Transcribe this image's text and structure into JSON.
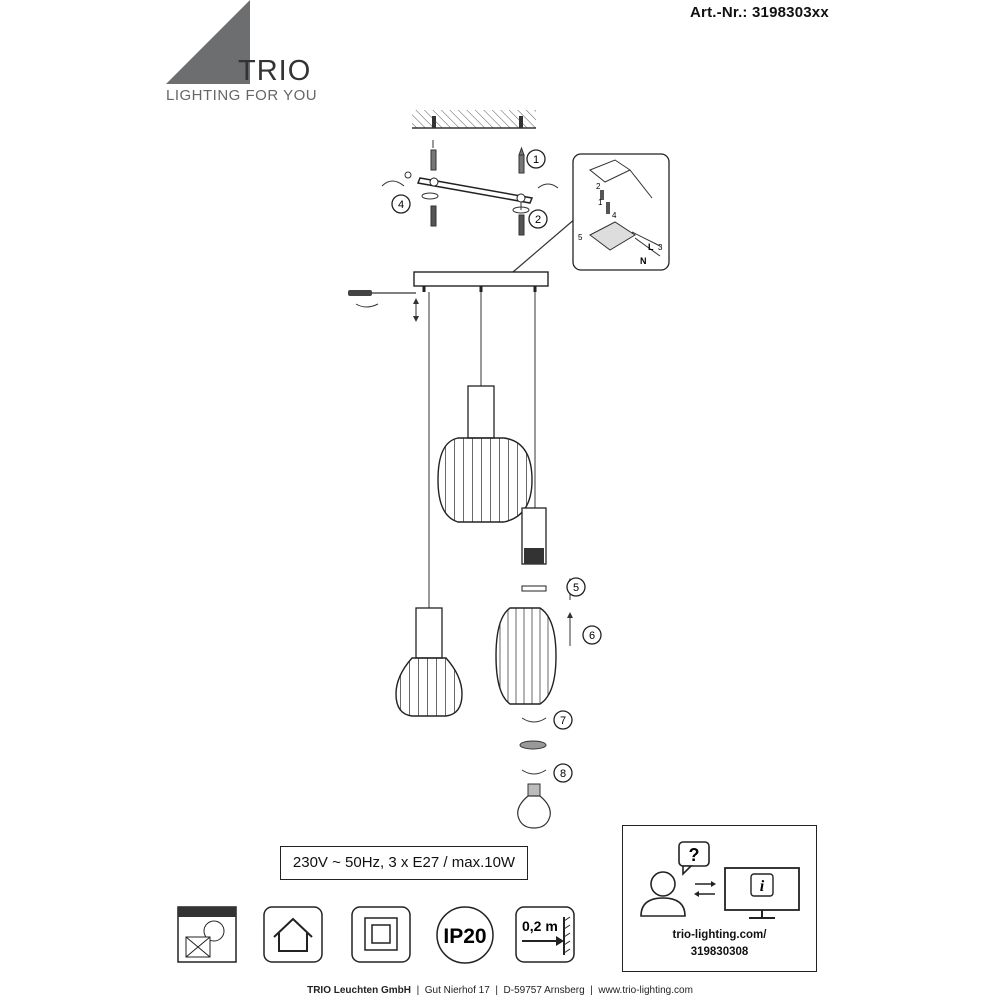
{
  "header": {
    "article_number": "Art.-Nr.:  3198303xx"
  },
  "brand": {
    "name": "TRIO",
    "tagline": "LIGHTING FOR YOU"
  },
  "steps": [
    "1",
    "2",
    "3",
    "4",
    "5",
    "6",
    "7",
    "8"
  ],
  "wiring_labels": {
    "live": "L",
    "neutral": "N"
  },
  "spec": "230V ~ 50Hz, 3 x E27 / max.10W",
  "symbols": {
    "ip_rating": "IP20",
    "distance": "0,2 m"
  },
  "info": {
    "question_mark": "?",
    "info_mark": "i",
    "url_line1": "trio-lighting.com/",
    "url_line2": "319830308"
  },
  "footer": {
    "company": "TRIO Leuchten GmbH",
    "separator": "|",
    "street": "Gut Nierhof 17",
    "city": "D-59757 Arnsberg",
    "website": "www.trio-lighting.com"
  }
}
